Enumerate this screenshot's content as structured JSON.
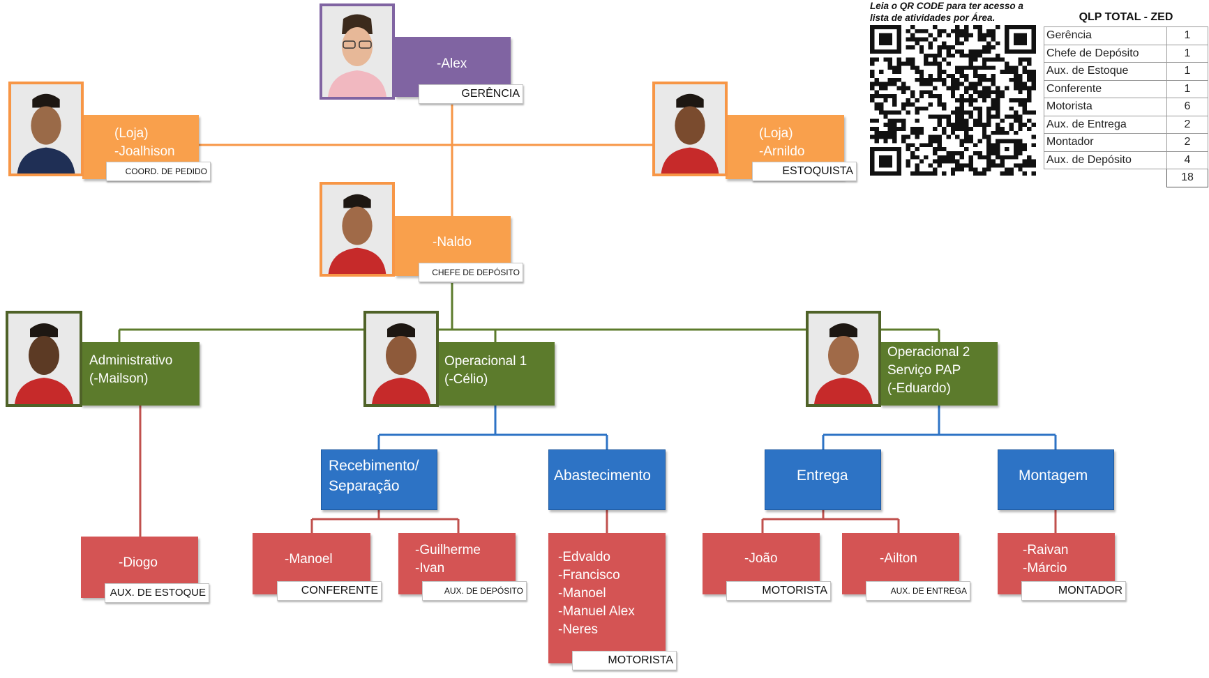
{
  "managers": {
    "alex": {
      "name": "-Alex",
      "role": "GERÊNCIA"
    },
    "joalhison": {
      "name": "(Loja)\n-Joalhison",
      "role": "COORD. DE PEDIDO"
    },
    "arnildo": {
      "name": "(Loja)\n-Arnildo",
      "role": "ESTOQUISTA"
    },
    "naldo": {
      "name": "-Naldo",
      "role": "CHEFE DE DEPÓSITO"
    }
  },
  "leads": {
    "mailson": {
      "label": "Administrativo\n(-Mailson)"
    },
    "celio": {
      "label": "Operacional 1\n(-Célio)"
    },
    "eduardo": {
      "label": "Operacional 2\nServiço PAP\n(-Eduardo)"
    }
  },
  "areas": {
    "recebimento": "Recebimento/\nSeparação",
    "abastecimento": "Abastecimento",
    "entrega": "Entrega",
    "montagem": "Montagem"
  },
  "teams": {
    "diogo": {
      "names": "-Diogo",
      "role": "AUX. DE ESTOQUE"
    },
    "manoel": {
      "names": "-Manoel",
      "role": "CONFERENTE"
    },
    "guilherme": {
      "names": "-Guilherme\n-Ivan",
      "role": "AUX. DE DEPÓSITO"
    },
    "edvaldo": {
      "names": "-Edvaldo\n-Francisco\n-Manoel\n-Manuel Alex\n-Neres",
      "role": "MOTORISTA"
    },
    "joao": {
      "names": "-João",
      "role": "MOTORISTA"
    },
    "ailton": {
      "names": "-Ailton",
      "role": "AUX. DE ENTREGA"
    },
    "raivan": {
      "names": "-Raivan\n-Márcio",
      "role": "MONTADOR"
    }
  },
  "qr": {
    "text_line1": "Leia o QR CODE para ter acesso a",
    "text_line2": "lista de atividades por Área."
  },
  "qlp": {
    "title": "QLP TOTAL - ZED",
    "rows": [
      {
        "label": "Gerência",
        "value": "1"
      },
      {
        "label": "Chefe de Depósito",
        "value": "1"
      },
      {
        "label": "Aux. de Estoque",
        "value": "1"
      },
      {
        "label": "Conferente",
        "value": "1"
      },
      {
        "label": "Motorista",
        "value": "6"
      },
      {
        "label": "Aux. de Entrega",
        "value": "2"
      },
      {
        "label": "Montador",
        "value": "2"
      },
      {
        "label": "Aux. de Depósito",
        "value": "4"
      }
    ],
    "total": "18"
  },
  "colors": {
    "purple": "#8064a2",
    "orange": "#f9a04c",
    "green": "#5c7b2c",
    "blue": "#2d73c5",
    "red": "#d45454",
    "line_orange": "#f79646",
    "line_green": "#5c7b2c",
    "line_blue": "#2d73c5",
    "line_red": "#c0504d"
  }
}
